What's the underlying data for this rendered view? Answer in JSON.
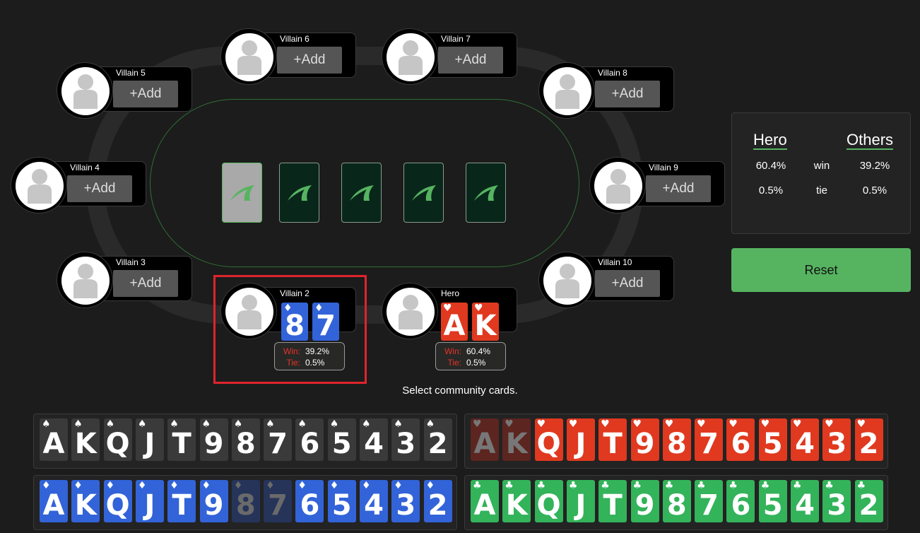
{
  "colors": {
    "background": "#1c1c1c",
    "accent_green": "#56b461",
    "spades": "#3a3a3a",
    "hearts": "#e0391f",
    "diamonds": "#3263d8",
    "clubs": "#33b35a",
    "highlight_red": "#e0242c",
    "equity_label_red": "#e8332a"
  },
  "seats": [
    {
      "name": "Villain 5",
      "add_label": "+Add"
    },
    {
      "name": "Villain 6",
      "add_label": "+Add"
    },
    {
      "name": "Villain 7",
      "add_label": "+Add"
    },
    {
      "name": "Villain 8",
      "add_label": "+Add"
    },
    {
      "name": "Villain 4",
      "add_label": "+Add"
    },
    {
      "name": "Villain 9",
      "add_label": "+Add"
    },
    {
      "name": "Villain 3",
      "add_label": "+Add"
    },
    {
      "name": "Villain 10",
      "add_label": "+Add"
    }
  ],
  "villain2": {
    "name": "Villain 2",
    "cards": [
      {
        "rank": "8",
        "suit": "♦"
      },
      {
        "rank": "7",
        "suit": "♦"
      }
    ],
    "win_label": "Win:",
    "win": "39.2%",
    "tie_label": "Tie:",
    "tie": "0.5%"
  },
  "hero": {
    "name": "Hero",
    "cards": [
      {
        "rank": "A",
        "suit": "♥"
      },
      {
        "rank": "K",
        "suit": "♥"
      }
    ],
    "win_label": "Win:",
    "win": "60.4%",
    "tie_label": "Tie:",
    "tie": "0.5%"
  },
  "board": {
    "slots": 5,
    "selected_slot": 0,
    "card_back_icon": "card-back-logo"
  },
  "stats": {
    "hero_header": "Hero",
    "others_header": "Others",
    "rows": [
      {
        "hero": "60.4%",
        "label": "win",
        "others": "39.2%"
      },
      {
        "hero": "0.5%",
        "label": "tie",
        "others": "0.5%"
      }
    ]
  },
  "reset_label": "Reset",
  "prompt": "Select community cards.",
  "deck": {
    "ranks": [
      "A",
      "K",
      "Q",
      "J",
      "T",
      "9",
      "8",
      "7",
      "6",
      "5",
      "4",
      "3",
      "2"
    ],
    "spades": {
      "suit": "♠",
      "used": []
    },
    "hearts": {
      "suit": "♥",
      "used": [
        "A",
        "K"
      ]
    },
    "diamonds": {
      "suit": "♦",
      "used": [
        "8",
        "7"
      ]
    },
    "clubs": {
      "suit": "♣",
      "used": []
    }
  }
}
